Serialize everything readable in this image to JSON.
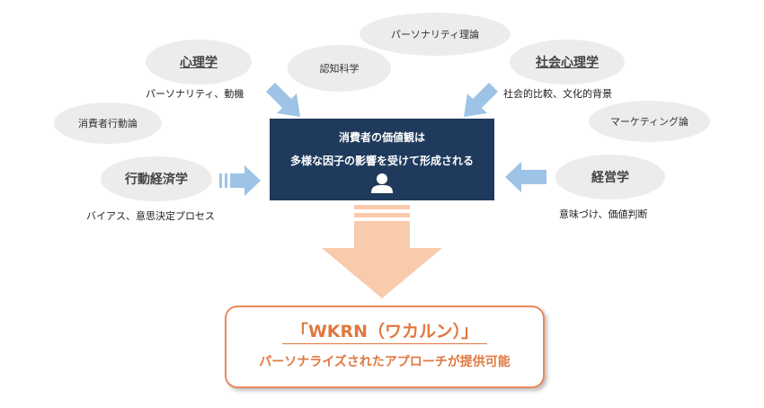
{
  "nodes": {
    "psychology": {
      "label": "心理学",
      "caption": "パーソナリティ、動機"
    },
    "social_psychology": {
      "label": "社会心理学",
      "caption": "社会的比較、文化的背景"
    },
    "behavioral_economics": {
      "label": "行動経済学",
      "caption": "バイアス、意思決定プロセス"
    },
    "management": {
      "label": "経営学",
      "caption": "意味づけ、価値判断"
    },
    "cognitive_science": {
      "label": "認知科学"
    },
    "personality_theory": {
      "label": "パーソナリティ理論"
    },
    "consumer_behavior": {
      "label": "消費者行動論"
    },
    "marketing": {
      "label": "マーケティング論"
    }
  },
  "center": {
    "line1": "消費者の価値観は",
    "line2": "多様な因子の影響を受けて形成される"
  },
  "result": {
    "title": "「WKRN（ワカルン）」",
    "subtitle": "パーソナライズされたアプローチが提供可能"
  },
  "colors": {
    "center_box": "#1f3a5c",
    "arrow_blue": "#9dc3e6",
    "arrow_orange": "#f8cbad",
    "result_accent": "#e07840",
    "ellipse_fill": "#ececec"
  }
}
